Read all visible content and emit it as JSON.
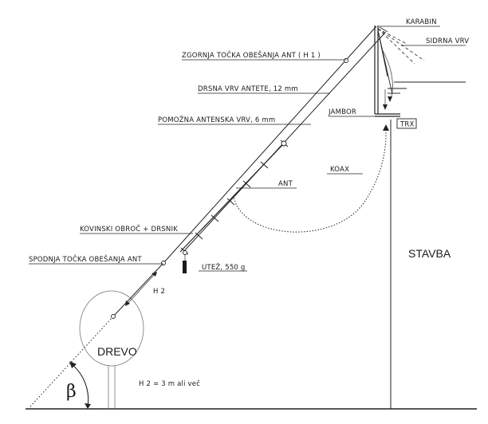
{
  "labels": {
    "karabin": "KARABIN",
    "sidrna_vrv": "SIDRNA VRV",
    "zgornja": "ZGORNJA TOČKA OBEŠANJA ANT ( H 1 )",
    "drsna": "DRSNA VRV ANTETE, 12 mm",
    "pomozna": "POMOŽNA ANTENSKA VRV, 6 mm",
    "jambor": "JAMBOR",
    "trx": "TRX",
    "koax": "KOAX",
    "ant": "ANT",
    "kovinski": "KOVINSKI OBROČ + DRSNIK",
    "spodnja": "SPODNJA TOČKA OBEŠANJA ANT",
    "utez": "UTEŽ, 550 g",
    "h2": "H 2",
    "stavba": "STAVBA",
    "drevo": "DREVO",
    "beta": "β",
    "h2_note": "H 2 = 3 m ali več"
  }
}
